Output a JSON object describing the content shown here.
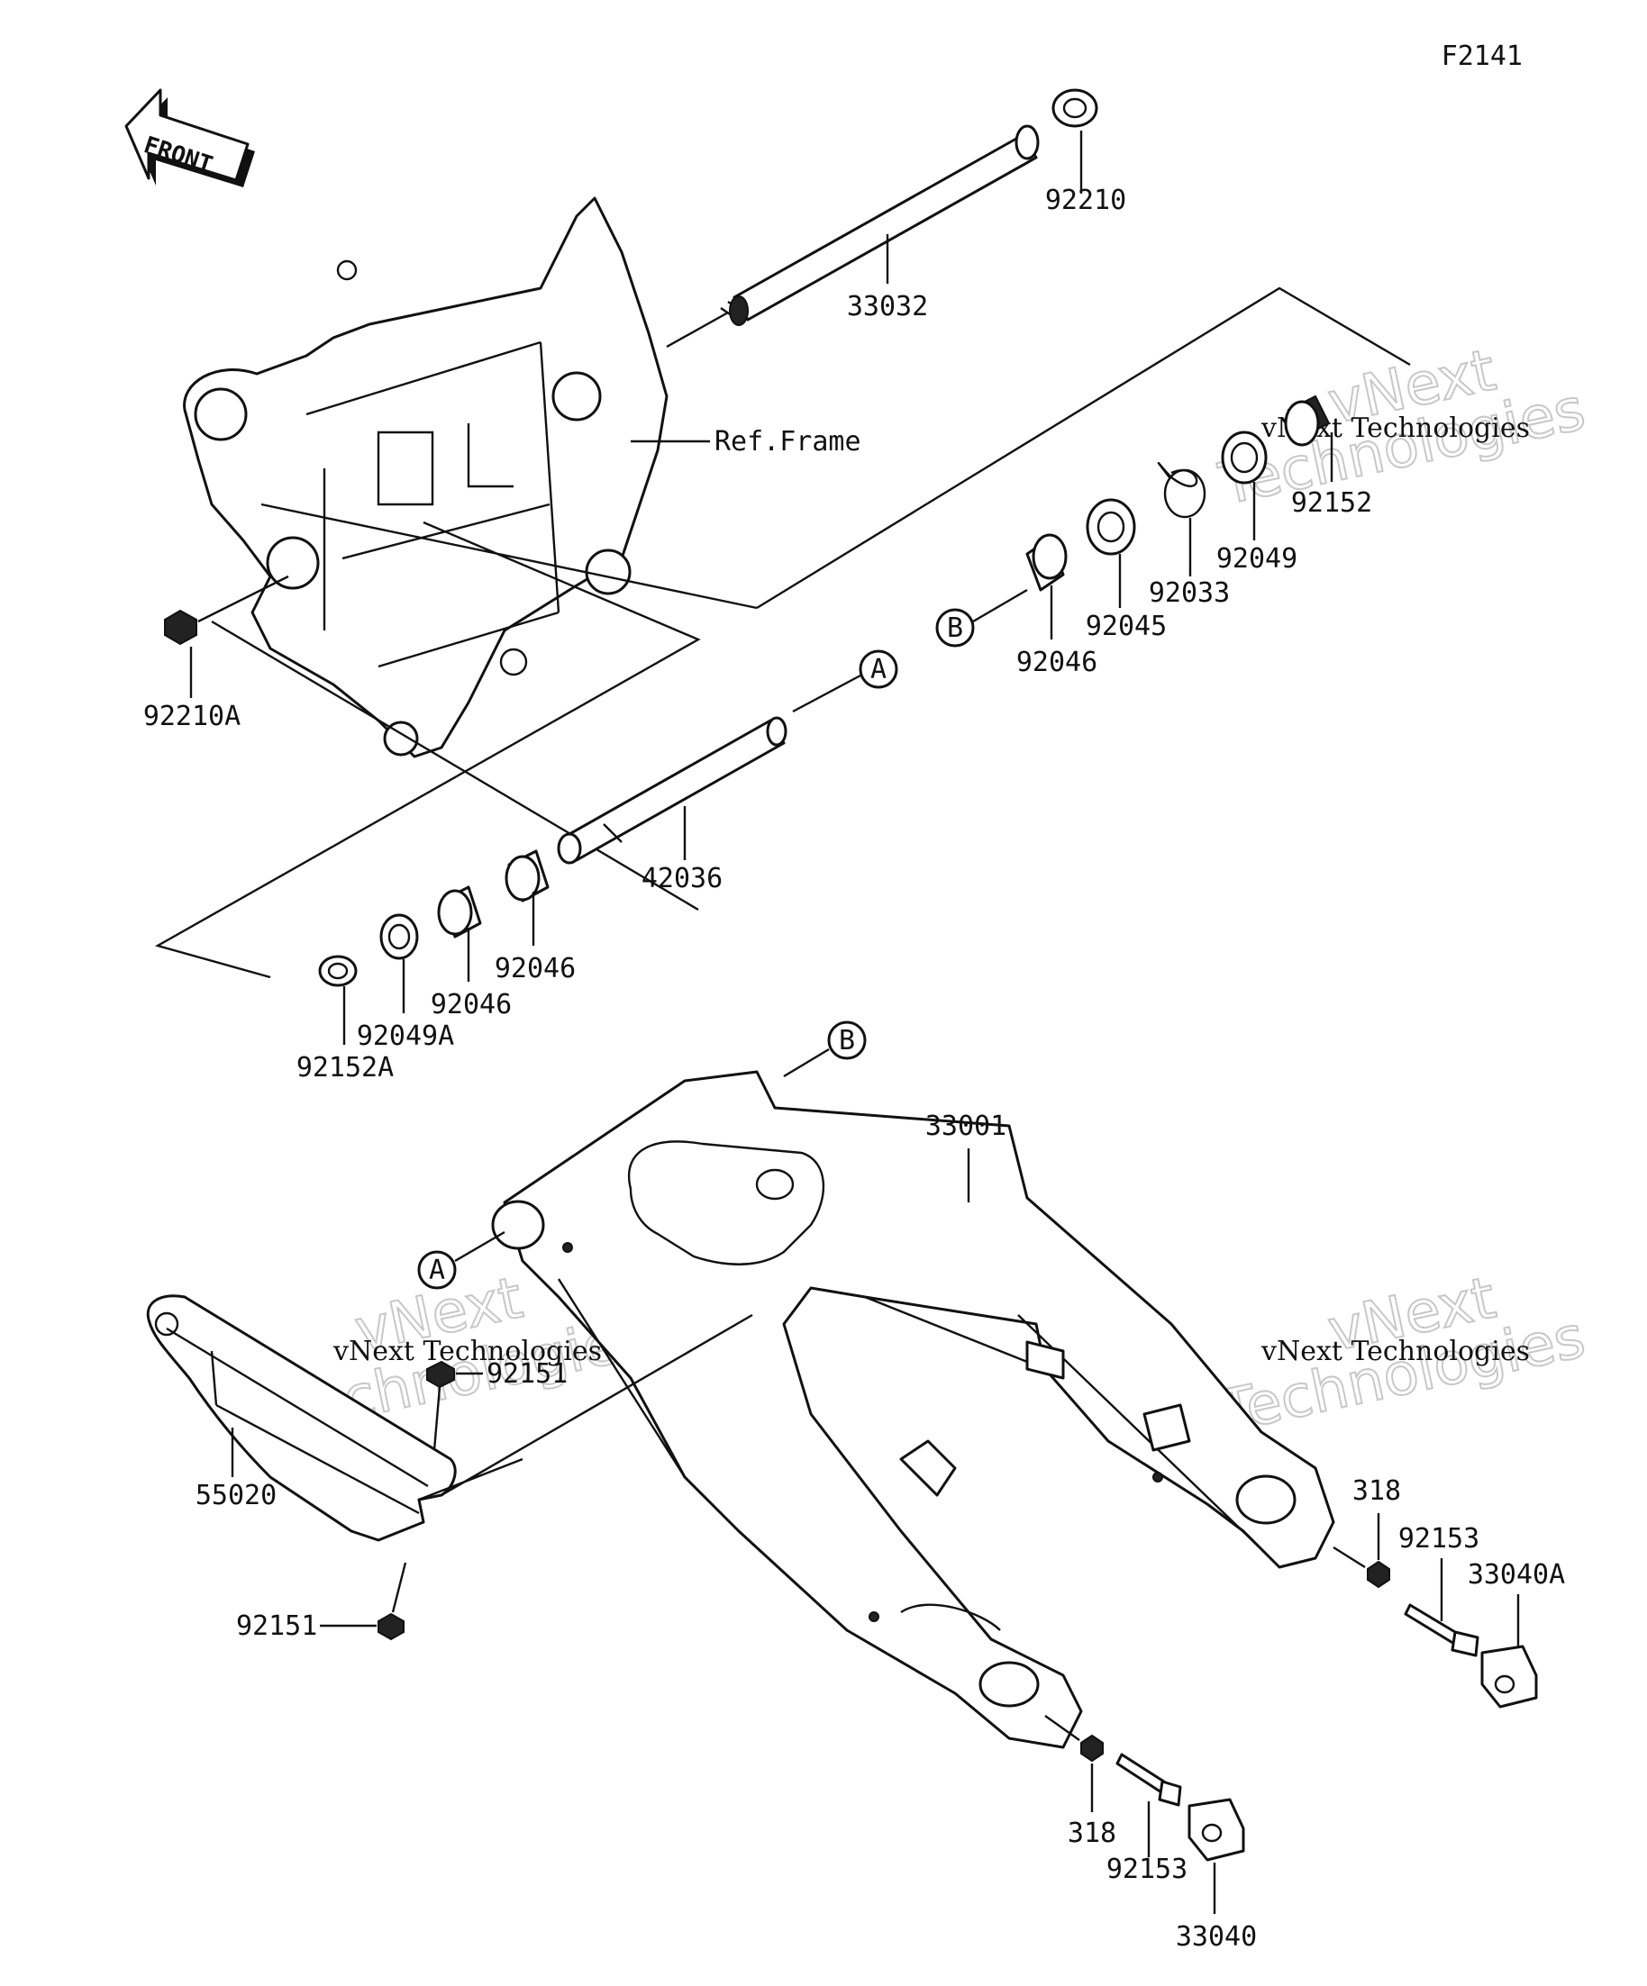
{
  "figure_code": "F2141",
  "front_label": "FRONT",
  "ref_frame": "Ref.Frame",
  "refs": {
    "A": "A",
    "B": "B"
  },
  "watermark": {
    "brand": "vNext",
    "line": "vNext Technologies",
    "word": "Technologies"
  },
  "parts": {
    "p92210": "92210",
    "p33032": "33032",
    "p92152": "92152",
    "p92049": "92049",
    "p92033": "92033",
    "p92045": "92045",
    "p92046_b": "92046",
    "p92210A": "92210A",
    "p42036": "42036",
    "p92046_c": "92046",
    "p92046_d": "92046",
    "p92049A": "92049A",
    "p92152A": "92152A",
    "p33001": "33001",
    "p92151_top": "92151",
    "p55020": "55020",
    "p92151_bot": "92151",
    "p318_r": "318",
    "p92153_r": "92153",
    "p33040A": "33040A",
    "p318_b": "318",
    "p92153_b": "92153",
    "p33040": "33040"
  }
}
